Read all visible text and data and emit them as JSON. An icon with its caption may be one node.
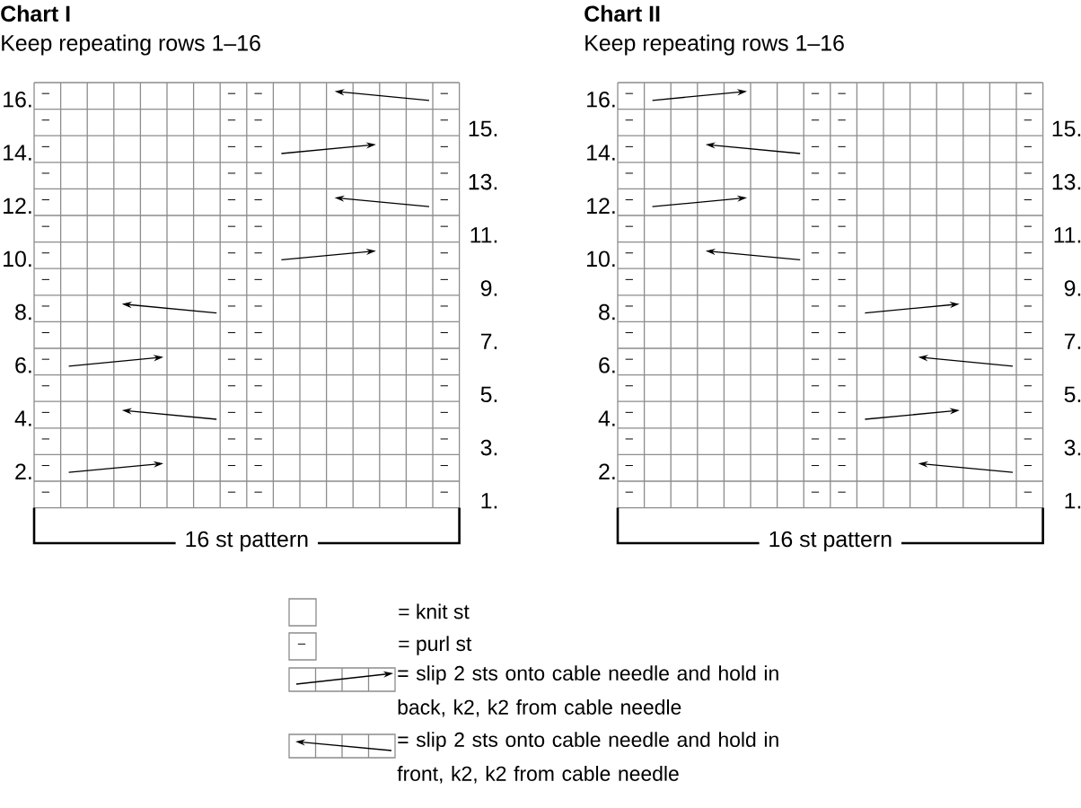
{
  "diagram": {
    "labels": [
      "Chart I",
      "Keep repeating rows 1–16",
      "16.",
      "–",
      "–",
      "–",
      "–",
      "–",
      "–",
      "–",
      "–",
      "15.",
      "14.",
      "–",
      "–",
      "–",
      "–",
      "–",
      "–",
      "–",
      "–",
      "13.",
      "12.",
      "–",
      "–",
      "–",
      "–",
      "–",
      "–",
      "–",
      "–",
      "11.",
      "10.",
      "–",
      "–",
      "–",
      "–",
      "–",
      "–",
      "–",
      "–",
      "9.",
      "8.",
      "–",
      "–",
      "–",
      "–",
      "–",
      "–",
      "–",
      "–",
      "7.",
      "6.",
      "–",
      "–",
      "–",
      "–",
      "–",
      "–",
      "–",
      "–",
      "5.",
      "4.",
      "–",
      "–",
      "–",
      "–",
      "–",
      "–",
      "–",
      "–",
      "3.",
      "2.",
      "–",
      "–",
      "–",
      "–",
      "–",
      "–",
      "–",
      "–",
      "1.",
      "16 st pattern",
      "Chart II",
      "Keep repeating rows 1–16",
      "16.",
      "–",
      "–",
      "–",
      "–",
      "–",
      "–",
      "–",
      "–",
      "15.",
      "14.",
      "–",
      "–",
      "–",
      "–",
      "–",
      "–",
      "–",
      "–",
      "13.",
      "12.",
      "–",
      "–",
      "–",
      "–",
      "–",
      "–",
      "–",
      "–",
      "11.",
      "10.",
      "–",
      "–",
      "–",
      "–",
      "–",
      "–",
      "–",
      "–",
      "9.",
      "8.",
      "–",
      "–",
      "–",
      "–",
      "–",
      "–",
      "–",
      "–",
      "7.",
      "6.",
      "–",
      "–",
      "–",
      "–",
      "–",
      "–",
      "–",
      "–",
      "5.",
      "4.",
      "–",
      "–",
      "–",
      "–",
      "–",
      "–",
      "–",
      "–",
      "3.",
      "2.",
      "–",
      "–",
      "–",
      "–",
      "–",
      "–",
      "–",
      "–",
      "1.",
      "16 st pattern",
      "–"
    ],
    "legend": [
      {
        "text": "= knit st"
      },
      {
        "text": "= purl st"
      },
      {
        "text": "= slip 2 sts onto cable needle and hold in back, k2, k2 from cable needle"
      },
      {
        "text": "= slip 2 sts onto cable needle and hold in front, k2, k2 from cable needle"
      }
    ]
  }
}
